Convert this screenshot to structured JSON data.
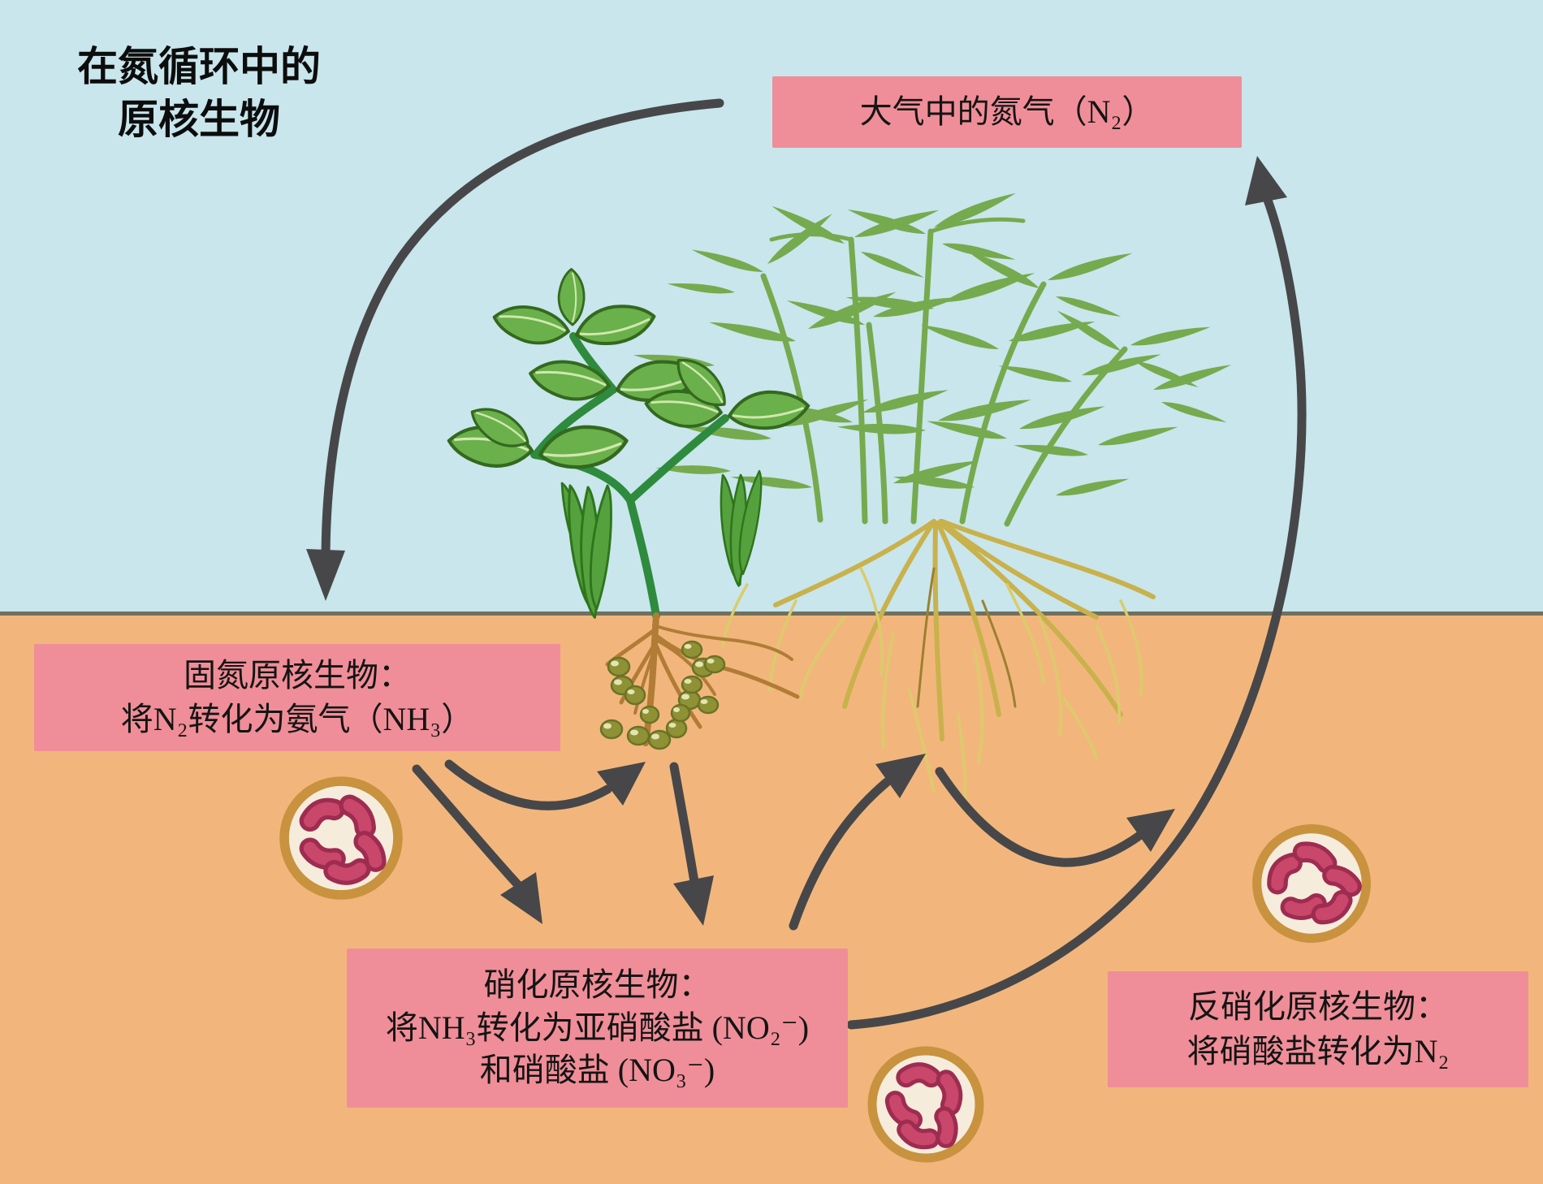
{
  "title": {
    "line1": "在氮循环中的",
    "line2": "原核生物"
  },
  "boxes": {
    "atmospheric_n2": {
      "text": "大气中的氮气（N₂）"
    },
    "nitrogen_fixing": {
      "line1": "固氮原核生物：",
      "line2": "将N₂转化为氨气（NH₃）"
    },
    "nitrifying": {
      "line1": "硝化原核生物：",
      "line2": "将NH₃转化为亚硝酸盐 (NO₂⁻)",
      "line3": "和硝酸盐 (NO₃⁻)"
    },
    "denitrifying": {
      "line1": "反硝化原核生物：",
      "line2": "将硝酸盐转化为N₂"
    }
  },
  "icons": {
    "bacteria_left": "soil-bacteria-colony",
    "bacteria_bottom": "soil-bacteria-colony",
    "bacteria_right": "soil-bacteria-colony"
  },
  "colors": {
    "sky": "#c8e6ec",
    "soil": "#f2b67c",
    "label_box": "#ef8e98",
    "text": "#141414",
    "arrow": "#474749",
    "ground_line": "#6f705f",
    "bacteria_dish": "#f5ecdc",
    "bacteria_ring": "#c8923f",
    "bacteria_body": "#c8476b",
    "bacteria_outline": "#9e2c50",
    "legume_green": "#6ab04b",
    "bamboo_green": "#76aa4e",
    "root_brown": "#b07c36",
    "root_yellow": "#c9b14c",
    "nodule_olive": "#8e9134"
  }
}
